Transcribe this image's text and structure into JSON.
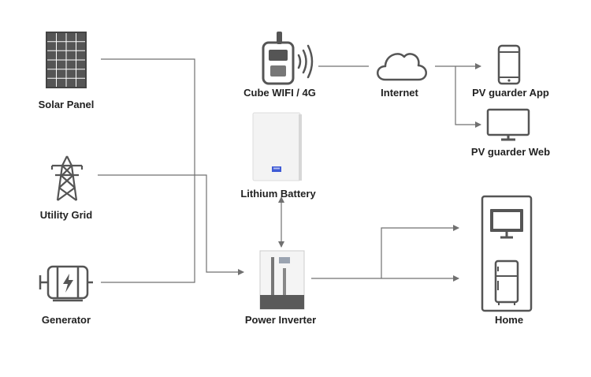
{
  "nodes": {
    "solar_panel": "Solar Panel",
    "utility_grid": "Utility Grid",
    "generator": "Generator",
    "cube_wifi": "Cube WIFI / 4G",
    "lithium_battery": "Lithium Battery",
    "power_inverter": "Power Inverter",
    "internet": "Internet",
    "app": "PV guarder App",
    "web": "PV guarder Web",
    "home": "Home"
  },
  "colors": {
    "line": "#707070",
    "icon": "#555555",
    "panel_grid": "#ffffff",
    "battery_screen": "#3f5bd6",
    "text": "#222222"
  },
  "icons": [
    "solar-panel-icon",
    "transmission-tower-icon",
    "generator-icon",
    "wifi-router-icon",
    "battery-icon",
    "inverter-icon",
    "cloud-icon",
    "smartphone-icon",
    "monitor-icon",
    "home-icon"
  ]
}
